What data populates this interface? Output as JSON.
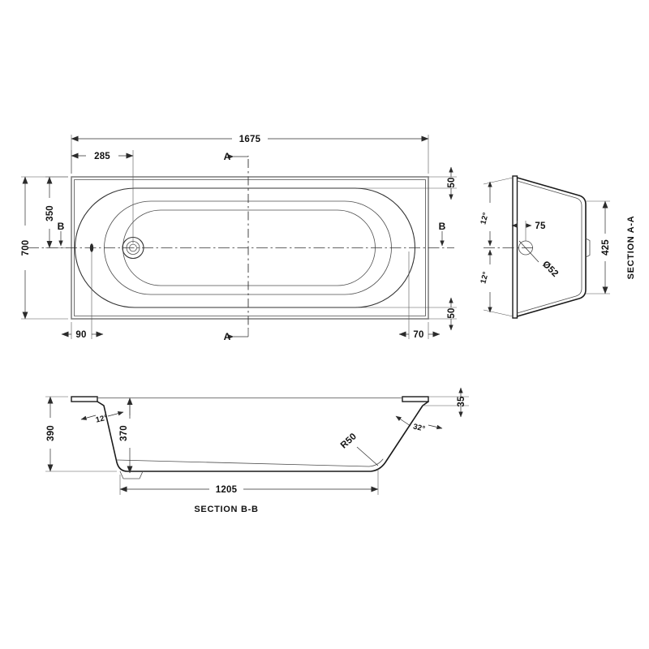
{
  "drawing": {
    "type": "engineering-drawing",
    "subject": "single-ended-bath",
    "units": "mm",
    "background_color": "#ffffff",
    "line_color": "#1a1a1a",
    "views": [
      {
        "id": "plan",
        "label": "",
        "position": "top-left"
      },
      {
        "id": "section-aa",
        "label": "SECTION A-A",
        "position": "right"
      },
      {
        "id": "section-bb",
        "label": "SECTION B-B",
        "position": "bottom"
      }
    ]
  },
  "plan": {
    "dimensions": {
      "overall_length": "1675",
      "overall_width": "700",
      "offset_to_waste_centre": "285",
      "waste_centre_from_edge": "350",
      "left_rim": "90",
      "right_rim": "70",
      "top_rim": "50",
      "bottom_rim": "50"
    },
    "section_marks": {
      "a_top": "A",
      "a_bottom": "A",
      "b_left": "B",
      "b_right": "B"
    }
  },
  "section_aa": {
    "title": "SECTION A-A",
    "dimensions": {
      "height": "425",
      "waste_offset": "75",
      "waste_diameter": "Ø52",
      "angle_upper": "12°",
      "angle_lower": "12°"
    }
  },
  "section_bb": {
    "title": "SECTION B-B",
    "dimensions": {
      "overall_depth": "390",
      "internal_depth": "370",
      "base_length": "1205",
      "rim_thickness": "35",
      "head_angle": "12°",
      "foot_angle": "32°",
      "base_radius": "R50"
    }
  }
}
